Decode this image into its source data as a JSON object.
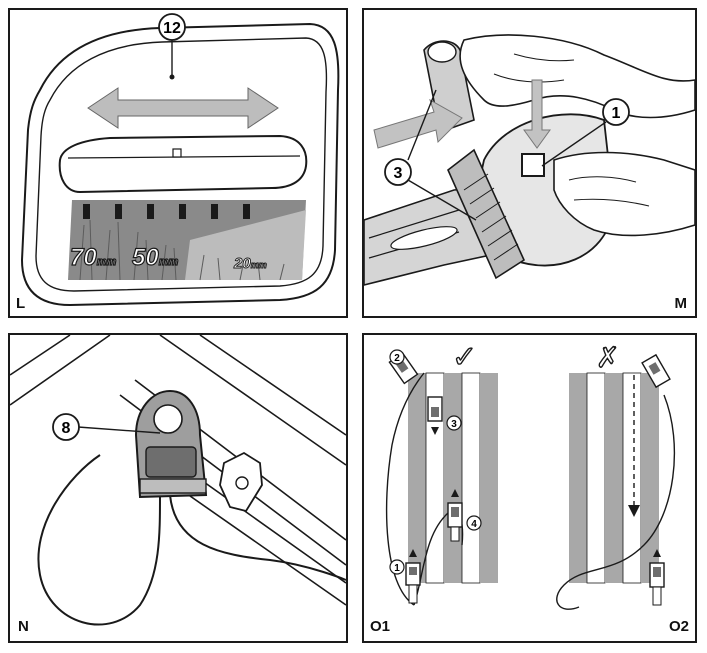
{
  "panels": {
    "L": {
      "label": "L",
      "callout": "12",
      "heights": [
        "70",
        "50",
        "20"
      ],
      "unit": "mm"
    },
    "M": {
      "label": "M",
      "callout_1": "1",
      "callout_3": "3"
    },
    "N": {
      "label": "N",
      "callout_8": "8"
    },
    "O": {
      "label_o1": "O1",
      "label_o2": "O2",
      "check_mark": "✓",
      "cross_mark": "✗",
      "steps": [
        "1",
        "2",
        "3",
        "4"
      ]
    }
  },
  "colors": {
    "stroke": "#1a1a1a",
    "grass_gray": "#8a8a8a",
    "light_gray": "#cfcfcf",
    "strip_gray": "#a8a8a8"
  }
}
